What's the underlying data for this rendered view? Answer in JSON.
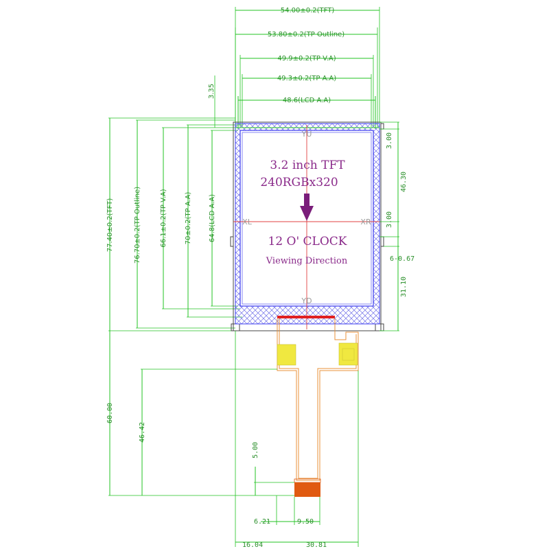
{
  "display": {
    "title_line1": "3.2 inch TFT",
    "title_line2": "240RGBx320",
    "orientation": "12 O' CLOCK",
    "orientation_sub": "Viewing Direction"
  },
  "axis_labels": {
    "top": "YU",
    "bottom": "YD",
    "left": "XL",
    "right": "XR"
  },
  "dimensions": {
    "tft_width": "54.00±0.2(TFT)",
    "tp_outline_width": "53.80±0.2(TP Outline)",
    "tp_va_width": "49.9±0.2(TP V.A)",
    "tp_aa_width": "49.3±0.2(TP A.A)",
    "lcd_aa_width": "48.6(LCD A.A)",
    "top_offset": "3.35",
    "tft_height": "77.40±0.2(TFT)",
    "tp_outline_height": "76.70±0.2(TP Outline)",
    "tp_va_height": "66.1±0.2(TP V.A)",
    "tp_aa_height": "70±0.2(TP A.A)",
    "lcd_aa_height": "64.8(LCD A.A)",
    "right_top": "3.00",
    "right_upper": "46.30",
    "right_mid": "3.00",
    "right_tab": "6-0.67",
    "right_lower": "31.10",
    "fpc_total": "60.00",
    "fpc_length": "46.42",
    "fpc_connector": "5.00",
    "fpc_offset": "6.21",
    "fpc_width": "9.50",
    "left_offset": "16.04",
    "fpc_position": "30.81"
  },
  "colors": {
    "dimension": "#22c322",
    "outline": "#444444",
    "viewing_area": "#3a3af0",
    "centerline": "#e04040",
    "title": "#8a2a8a",
    "arrow": "#7a1d7a",
    "fpc": "#e8913a",
    "stiffener": "#f0e840",
    "connector": "#e05a10"
  }
}
